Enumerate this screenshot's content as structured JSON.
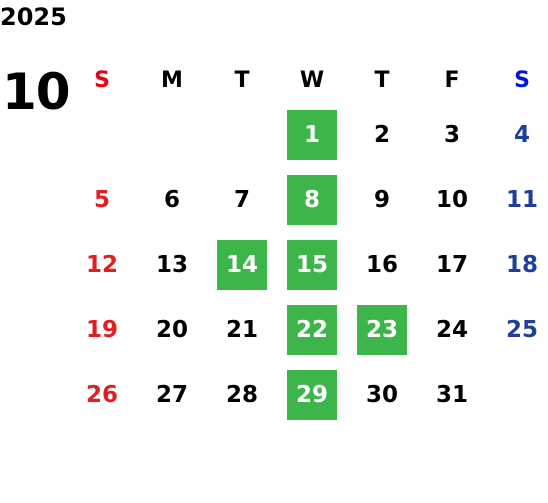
{
  "calendar": {
    "year": "2025",
    "month": "10",
    "weekdays": [
      "S",
      "M",
      "T",
      "W",
      "T",
      "F",
      "S"
    ],
    "weeks": [
      [
        "",
        "",
        "",
        "1",
        "2",
        "3",
        "4"
      ],
      [
        "5",
        "6",
        "7",
        "8",
        "9",
        "10",
        "11"
      ],
      [
        "12",
        "13",
        "14",
        "15",
        "16",
        "17",
        "18"
      ],
      [
        "19",
        "20",
        "21",
        "22",
        "23",
        "24",
        "25"
      ],
      [
        "26",
        "27",
        "28",
        "29",
        "30",
        "31",
        ""
      ]
    ],
    "highlighted_days": [
      "1",
      "8",
      "14",
      "15",
      "22",
      "23",
      "29"
    ]
  },
  "colors": {
    "sunday_header": "#e60012",
    "saturday_header": "#0018d6",
    "sunday": "#e02020",
    "saturday": "#1f3f99",
    "weekday": "#000000",
    "highlight_bg": "#3cb54a",
    "highlight_text": "#ffffff"
  }
}
